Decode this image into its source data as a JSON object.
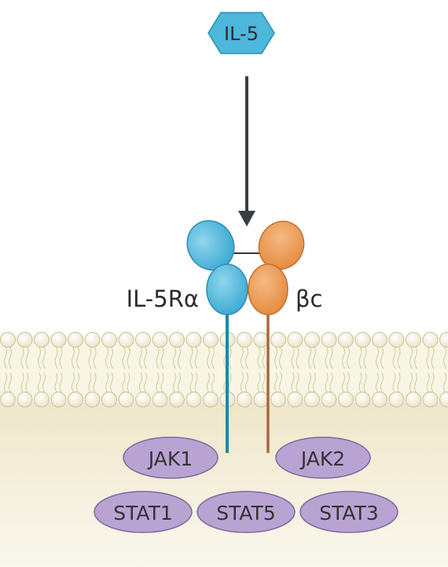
{
  "ligand": {
    "label": "IL-5",
    "color": "#4db7dc"
  },
  "receptor_alpha": {
    "label": "IL-5Rα",
    "color": "#5bbde0",
    "stalk_color": "#1c8aa6"
  },
  "receptor_beta": {
    "label": "βc",
    "color": "#ee9a55",
    "stalk_color": "#a8683e"
  },
  "membrane": {
    "head_color": "#f5f1d8",
    "cytoplasm_color": "#f3ebd2"
  },
  "molecules": [
    {
      "label": "JAK1",
      "color": "#b9a3d2"
    },
    {
      "label": "JAK2",
      "color": "#b9a3d2"
    },
    {
      "label": "STAT1",
      "color": "#b9a3d2"
    },
    {
      "label": "STAT5",
      "color": "#b9a3d2"
    },
    {
      "label": "STAT3",
      "color": "#b9a3d2"
    }
  ]
}
